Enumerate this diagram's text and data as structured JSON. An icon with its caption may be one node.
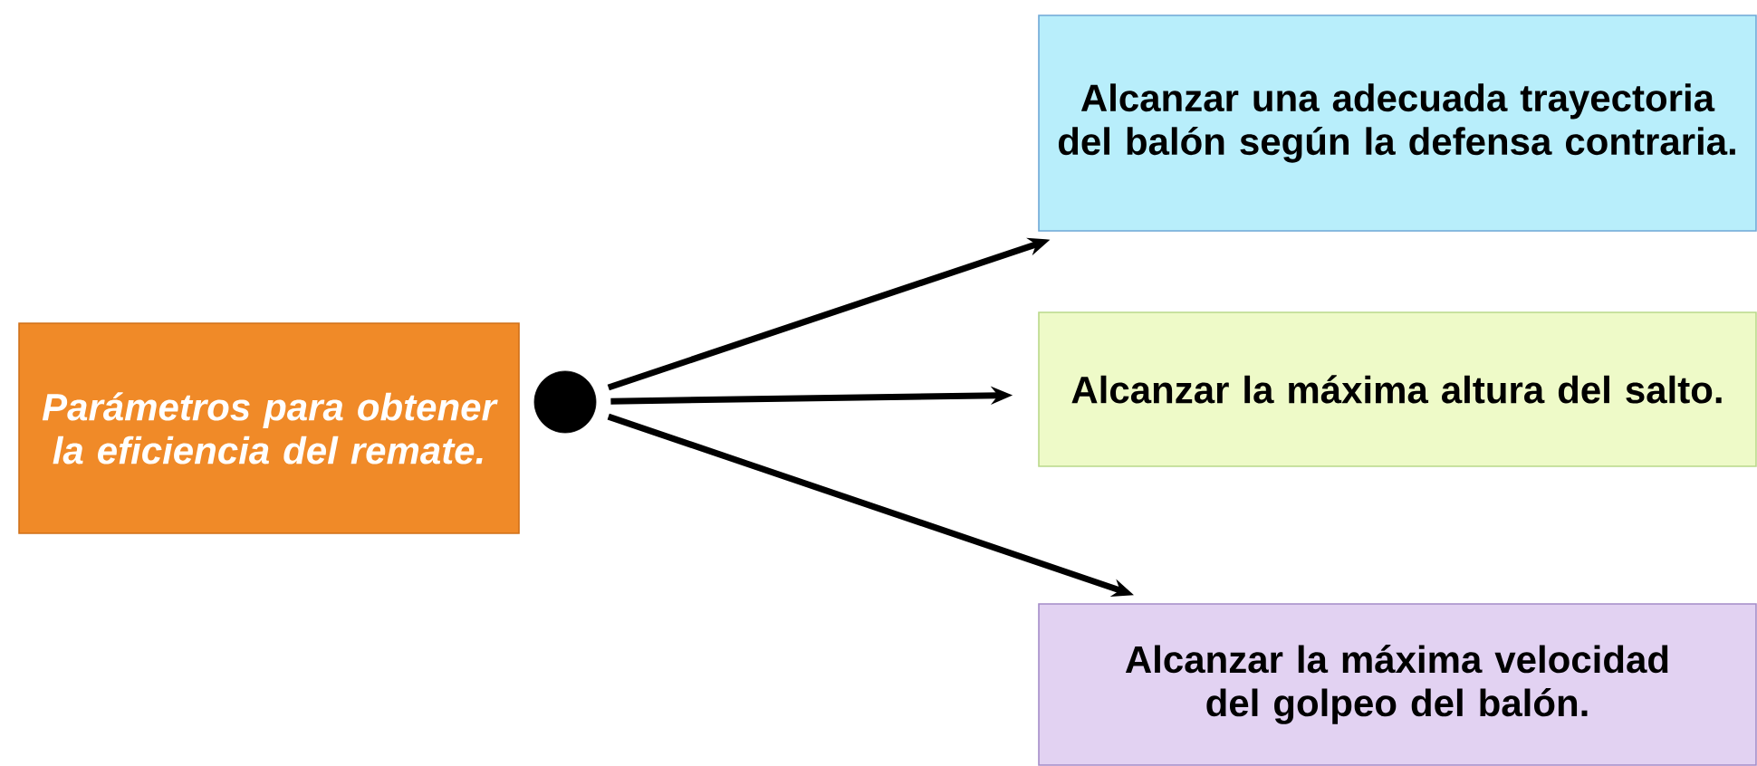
{
  "diagram": {
    "nodes": [
      {
        "text": [
          "Parámetros para obtener la eficiencia del remate."
        ]
      },
      {
        "text": [],
        "shape": "circle"
      },
      {
        "text": [
          "Alcanzar una adecuada trayectoria del balón según la defensa contraria."
        ]
      },
      {
        "text": [
          "Alcanzar la máxima altura del salto."
        ]
      },
      {
        "text": [
          "Alcanzar la máxima velocidad del golpeo del balón."
        ]
      }
    ],
    "edges": [
      {
        "from": 1,
        "to": 2,
        "arrow": "to"
      },
      {
        "from": 1,
        "to": 3,
        "arrow": "to"
      },
      {
        "from": 1,
        "to": 4,
        "arrow": "to"
      }
    ]
  }
}
